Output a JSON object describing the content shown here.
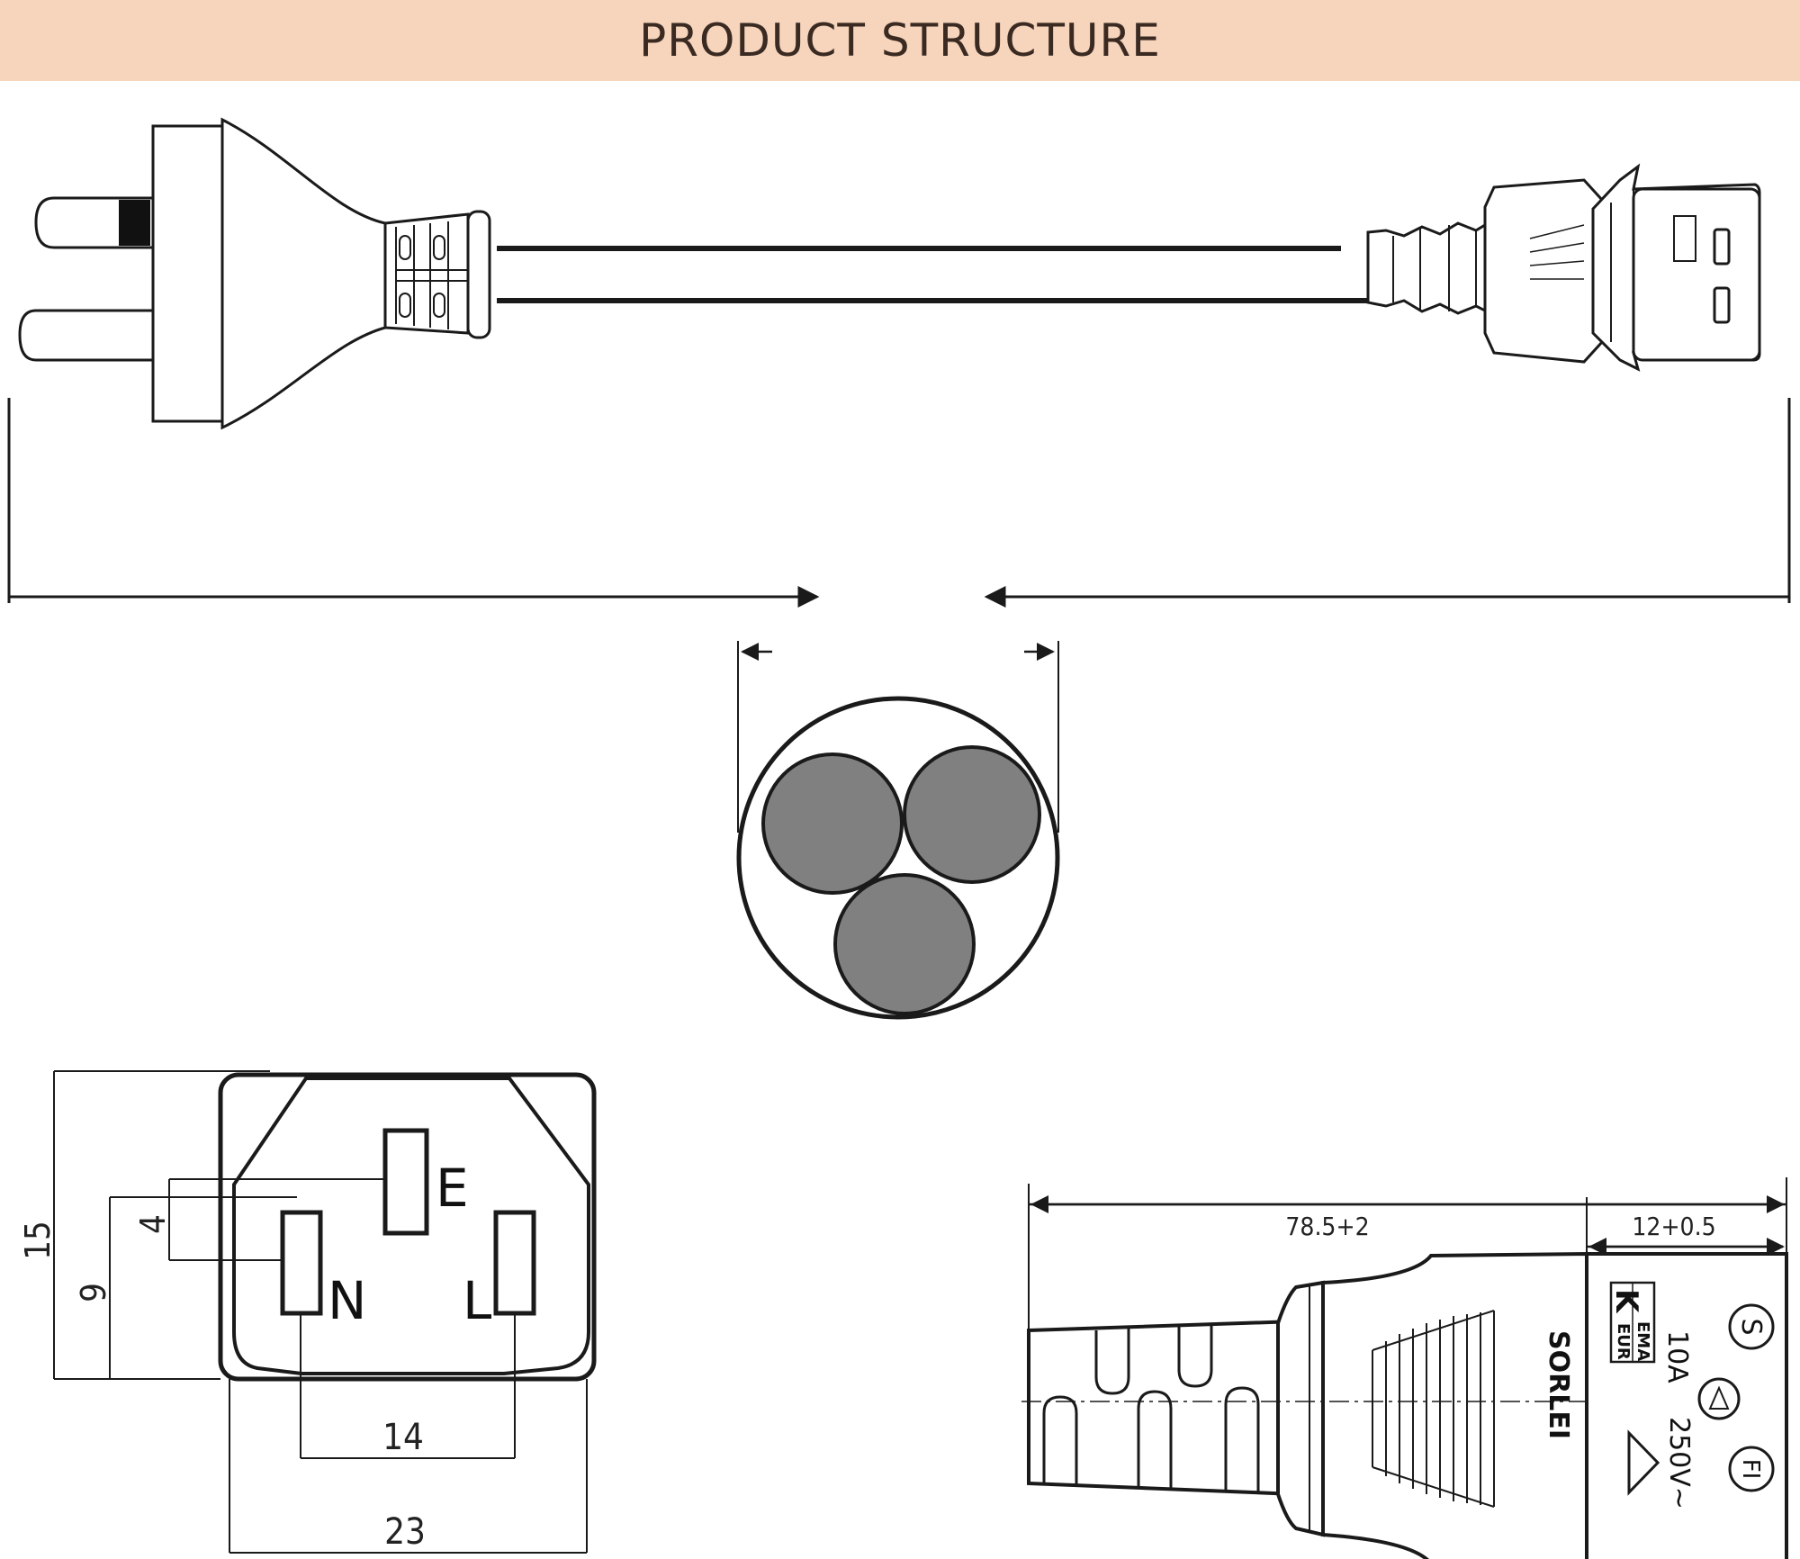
{
  "header": {
    "title": "PRODUCT STRUCTURE"
  },
  "socket_face": {
    "pins": {
      "earth": "E",
      "neutral": "N",
      "live": "L"
    },
    "dims": {
      "height": "15",
      "offset_9": "9",
      "offset_4": "4",
      "pin_spacing": "14",
      "width": "23"
    }
  },
  "connector_side": {
    "dims": {
      "total_length": "78.5+2",
      "head_length": "12+0.5"
    },
    "brand": "SORLEI",
    "rating": {
      "current": "10A",
      "voltage": "250V~"
    },
    "cert_kema_k": "K",
    "cert_kema": "EMA",
    "cert_eur": "EUR",
    "mark_s": "S",
    "mark_fi": "FI"
  },
  "colors": {
    "header_bg": "#f7d5bc",
    "line": "#1a1a1a",
    "conductor": "#808080"
  }
}
